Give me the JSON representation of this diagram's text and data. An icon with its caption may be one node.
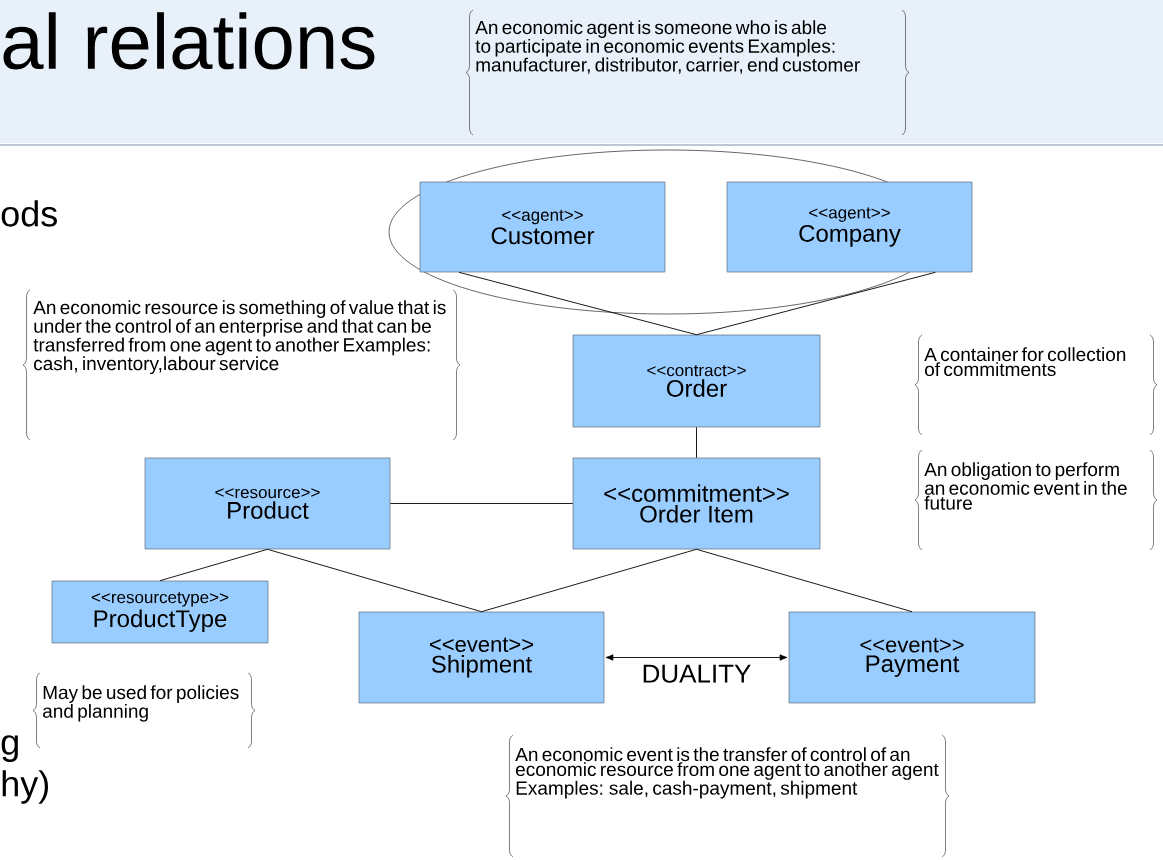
{
  "diagram": {
    "title": "al relations",
    "nodes": [
      {
        "text": [
          "<<agent>>",
          "Customer"
        ]
      },
      {
        "text": [
          "<<agent>>",
          "Company"
        ]
      },
      {
        "text": [
          "<<contract>>",
          "Order"
        ]
      },
      {
        "text": [
          "<<resource>>",
          "Product"
        ]
      },
      {
        "text": [
          "<<commitment>>",
          "Order Item"
        ]
      },
      {
        "text": [
          "<<resourcetype>>",
          "ProductType"
        ]
      },
      {
        "text": [
          "<<event>>",
          "Shipment"
        ]
      },
      {
        "text": [
          "<<event>>",
          "Payment"
        ]
      }
    ],
    "edges": [
      {
        "from": 0,
        "to": 2,
        "arrow": "none"
      },
      {
        "from": 1,
        "to": 2,
        "arrow": "none"
      },
      {
        "from": 2,
        "to": 4,
        "arrow": "none"
      },
      {
        "from": 3,
        "to": 4,
        "arrow": "none"
      },
      {
        "from": 3,
        "to": 5,
        "arrow": "none"
      },
      {
        "from": 3,
        "to": 6,
        "arrow": "none"
      },
      {
        "from": 4,
        "to": 6,
        "arrow": "none"
      },
      {
        "from": 4,
        "to": 7,
        "arrow": "none"
      },
      {
        "from": 6,
        "to": 7,
        "arrow": "both",
        "label": "DUALITY"
      }
    ],
    "labels": [
      "An economic agent is someone who is able to participate in economic events Examples: manufacturer, distributor, carrier, end customer",
      "ods",
      "An economic resource is something of value that is under the control of an enterprise and that can be transferred from one agent to another Examples: cash, inventory,labour service",
      "A container for collection of commitments",
      "An obligation to perform an economic event in the future",
      "May be used for policies and planning",
      "g",
      "hy)",
      "An economic event is the transfer of control of an economic resource from one agent to another agent Examples: sale, cash-payment, shipment"
    ]
  }
}
